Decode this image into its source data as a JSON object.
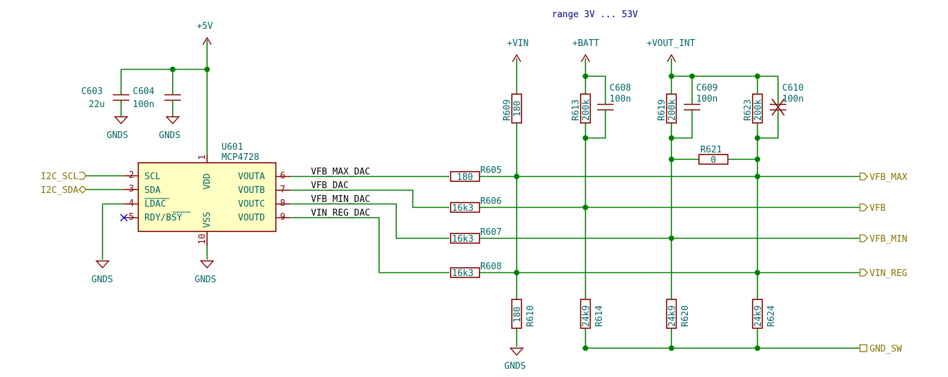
{
  "note": "range 3V ... 53V",
  "power": {
    "p5v": "+5V",
    "vin": "+VIN",
    "batt": "+BATT",
    "vout_int": "+VOUT_INT",
    "gnds": "GNDS"
  },
  "ic": {
    "ref": "U601",
    "value": "MCP4728",
    "pins": {
      "scl": {
        "num": "2",
        "name": "SCL"
      },
      "sda": {
        "num": "3",
        "name": "SDA"
      },
      "ldac": {
        "num": "4",
        "name": "LDAC"
      },
      "rdy": {
        "num": "5",
        "name": "RDY/BSY"
      },
      "vdd": {
        "num": "1",
        "name": "VDD"
      },
      "vss": {
        "num": "10",
        "name": "VSS"
      },
      "vouta": {
        "num": "6",
        "name": "VOUTA"
      },
      "voutb": {
        "num": "7",
        "name": "VOUTB"
      },
      "voutc": {
        "num": "8",
        "name": "VOUTC"
      },
      "voutd": {
        "num": "9",
        "name": "VOUTD"
      }
    }
  },
  "caps": {
    "c603": {
      "ref": "C603",
      "value": "22u"
    },
    "c604": {
      "ref": "C604",
      "value": "100n"
    },
    "c608": {
      "ref": "C608",
      "value": "100n"
    },
    "c609": {
      "ref": "C609",
      "value": "100n"
    },
    "c610": {
      "ref": "C610",
      "value": "100n"
    }
  },
  "resistors": {
    "r605": {
      "ref": "R605",
      "value": "180"
    },
    "r606": {
      "ref": "R606",
      "value": "16k3"
    },
    "r607": {
      "ref": "R607",
      "value": "16k3"
    },
    "r608": {
      "ref": "R608",
      "value": "16k3"
    },
    "r609": {
      "ref": "R609",
      "value": "180"
    },
    "r610": {
      "ref": "R610",
      "value": "180"
    },
    "r613": {
      "ref": "R613",
      "value": "200k"
    },
    "r614": {
      "ref": "R614",
      "value": "24k9"
    },
    "r619": {
      "ref": "R619",
      "value": "200k"
    },
    "r620": {
      "ref": "R620",
      "value": "24k9"
    },
    "r621": {
      "ref": "R621",
      "value": "0"
    },
    "r623": {
      "ref": "R623",
      "value": "200k"
    },
    "r624": {
      "ref": "R624",
      "value": "24k9"
    }
  },
  "nets": {
    "vfb_max_dac": "VFB_MAX_DAC",
    "vfb_dac": "VFB_DAC",
    "vfb_min_dac": "VFB_MIN_DAC",
    "vin_reg_dac": "VIN_REG_DAC"
  },
  "global_labels": {
    "i2c_scl": "I2C_SCL",
    "i2c_sda": "I2C_SDA",
    "vfb_max": "VFB_MAX",
    "vfb": "VFB",
    "vfb_min": "VFB_MIN",
    "vin_reg": "VIN_REG",
    "gnd_sw": "GND_SW"
  },
  "colors": {
    "wire": "#008000",
    "component": "#840000",
    "reference": "#006464",
    "global_label": "#847300",
    "ic_fill": "#ffffc2"
  }
}
